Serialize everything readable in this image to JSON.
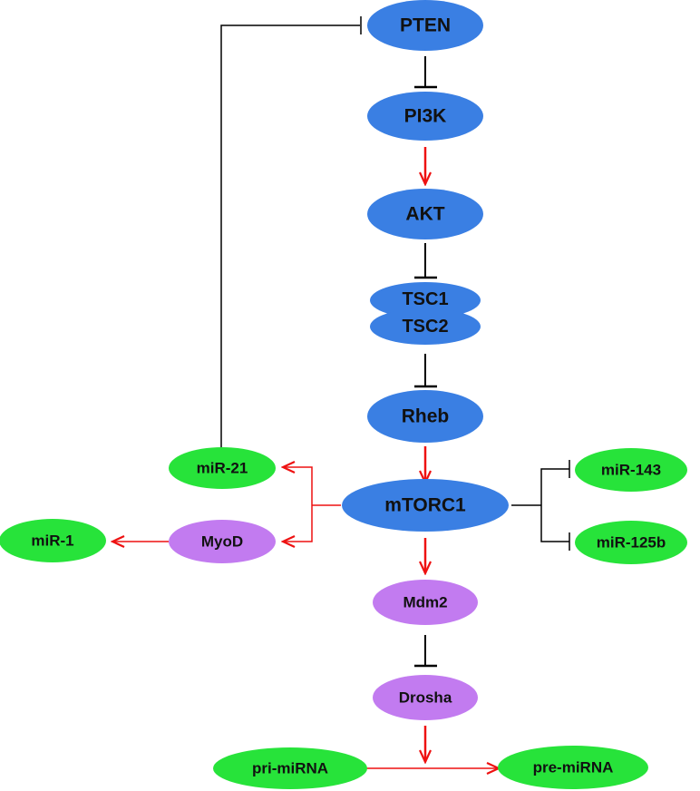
{
  "colors": {
    "blue_node": "#3A7FE3",
    "green_node": "#27E33A",
    "purple_node": "#C27BF0",
    "activation_arrow": "#EE1111",
    "inhibition_line": "#000000"
  },
  "nodes": {
    "pten": "PTEN",
    "pi3k": "PI3K",
    "akt": "AKT",
    "tsc1": "TSC1",
    "tsc2": "TSC2",
    "rheb": "Rheb",
    "mtorc1": "mTORC1",
    "mir21": "miR-21",
    "myod": "MyoD",
    "mir1": "miR-1",
    "mir143": "miR-143",
    "mir125b": "miR-125b",
    "mdm2": "Mdm2",
    "drosha": "Drosha",
    "pri_mirna": "pri-miRNA",
    "pre_mirna": "pre-miRNA"
  },
  "edges": [
    {
      "from": "PTEN",
      "to": "PI3K",
      "type": "inhibition"
    },
    {
      "from": "PI3K",
      "to": "AKT",
      "type": "activation"
    },
    {
      "from": "AKT",
      "to": "TSC1/TSC2",
      "type": "inhibition"
    },
    {
      "from": "TSC1/TSC2",
      "to": "Rheb",
      "type": "inhibition"
    },
    {
      "from": "Rheb",
      "to": "mTORC1",
      "type": "activation"
    },
    {
      "from": "mTORC1",
      "to": "miR-21",
      "type": "activation"
    },
    {
      "from": "mTORC1",
      "to": "MyoD",
      "type": "activation"
    },
    {
      "from": "MyoD",
      "to": "miR-1",
      "type": "activation"
    },
    {
      "from": "miR-21",
      "to": "PTEN",
      "type": "inhibition"
    },
    {
      "from": "mTORC1",
      "to": "miR-143",
      "type": "inhibition"
    },
    {
      "from": "mTORC1",
      "to": "miR-125b",
      "type": "inhibition"
    },
    {
      "from": "mTORC1",
      "to": "Mdm2",
      "type": "activation"
    },
    {
      "from": "Mdm2",
      "to": "Drosha",
      "type": "inhibition"
    },
    {
      "from": "Drosha",
      "to": "pri-miRNA → pre-miRNA",
      "type": "activation"
    },
    {
      "from": "pri-miRNA",
      "to": "pre-miRNA",
      "type": "activation"
    }
  ]
}
